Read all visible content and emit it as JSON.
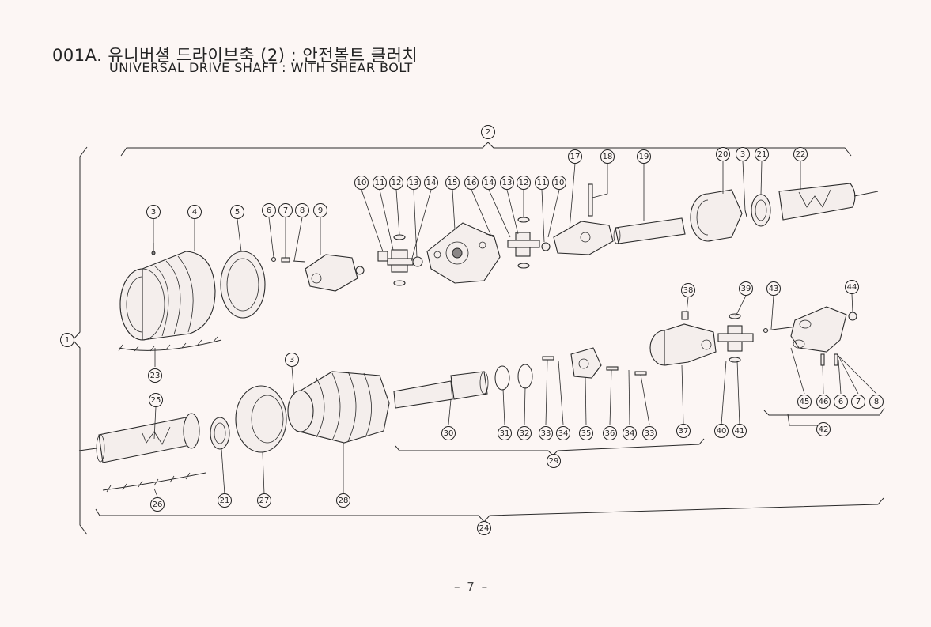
{
  "header": {
    "title_ko": "001A. 유니버셜 드라이브축 (2) : 안전볼트 클러치",
    "title_en": "UNIVERSAL DRIVE SHAFT : WITH SHEAR BOLT"
  },
  "footer": {
    "page_number": "– 7 –"
  },
  "callouts": [
    {
      "label": "1"
    },
    {
      "label": "2"
    },
    {
      "label": "3"
    },
    {
      "label": "4"
    },
    {
      "label": "5"
    },
    {
      "label": "6"
    },
    {
      "label": "7"
    },
    {
      "label": "8"
    },
    {
      "label": "9"
    },
    {
      "label": "10"
    },
    {
      "label": "11"
    },
    {
      "label": "12"
    },
    {
      "label": "13"
    },
    {
      "label": "14"
    },
    {
      "label": "15"
    },
    {
      "label": "16"
    },
    {
      "label": "14"
    },
    {
      "label": "13"
    },
    {
      "label": "12"
    },
    {
      "label": "11"
    },
    {
      "label": "10"
    },
    {
      "label": "17"
    },
    {
      "label": "18"
    },
    {
      "label": "19"
    },
    {
      "label": "20"
    },
    {
      "label": "3"
    },
    {
      "label": "21"
    },
    {
      "label": "22"
    },
    {
      "label": "38"
    },
    {
      "label": "39"
    },
    {
      "label": "43"
    },
    {
      "label": "44"
    },
    {
      "label": "23"
    },
    {
      "label": "3"
    },
    {
      "label": "25"
    },
    {
      "label": "45"
    },
    {
      "label": "46"
    },
    {
      "label": "6"
    },
    {
      "label": "7"
    },
    {
      "label": "8"
    },
    {
      "label": "30"
    },
    {
      "label": "31"
    },
    {
      "label": "32"
    },
    {
      "label": "33"
    },
    {
      "label": "34"
    },
    {
      "label": "35"
    },
    {
      "label": "36"
    },
    {
      "label": "34"
    },
    {
      "label": "33"
    },
    {
      "label": "37"
    },
    {
      "label": "40"
    },
    {
      "label": "41"
    },
    {
      "label": "42"
    },
    {
      "label": "29"
    },
    {
      "label": "21"
    },
    {
      "label": "26"
    },
    {
      "label": "27"
    },
    {
      "label": "28"
    },
    {
      "label": "24"
    }
  ]
}
